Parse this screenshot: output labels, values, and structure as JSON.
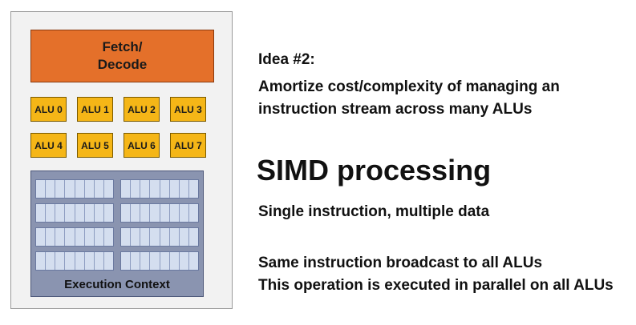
{
  "core": {
    "fetch_decode": "Fetch/\nDecode",
    "alus": [
      "ALU 0",
      "ALU 1",
      "ALU 2",
      "ALU 3",
      "ALU 4",
      "ALU 5",
      "ALU 6",
      "ALU 7"
    ],
    "execution_context": "Execution Context"
  },
  "text": {
    "idea_title": "Idea #2:",
    "idea_line1": "Amortize cost/complexity of managing an",
    "idea_line2": "instruction stream across many ALUs",
    "heading": "SIMD processing",
    "subheading": "Single instruction, multiple data",
    "bullet1": "Same instruction broadcast to all ALUs",
    "bullet2": "This operation is executed in parallel on all ALUs"
  },
  "colors": {
    "fetch": "#e4702a",
    "alu": "#f5b617",
    "context": "#8a94b0"
  }
}
